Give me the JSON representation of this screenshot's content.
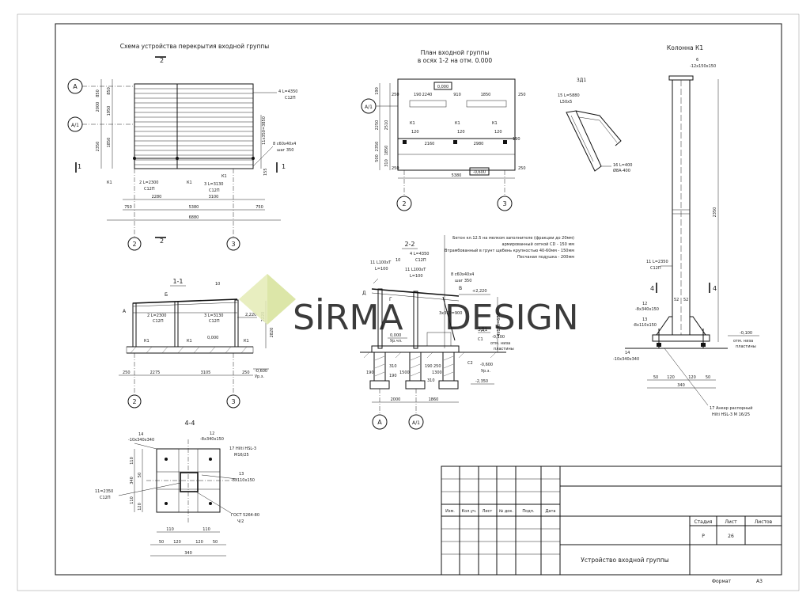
{
  "titles": {
    "scheme": "Схема устройства перекрытия входной группы",
    "plan_line1": "План входной группы",
    "plan_line2": "в осях 1-2 на отм. 0.000",
    "column": "Колонна К1",
    "sec11": "1-1",
    "sec22": "2-2",
    "sec44": "4-4",
    "det": "3Д1"
  },
  "axes": {
    "A": "А",
    "A1": "А/1",
    "ax2": "2",
    "ax3": "3"
  },
  "scheme": {
    "beam4": "4 L=4350",
    "beam4s": "С12П",
    "sheet8": "8 с60х40х4",
    "sheet8b": "шаг 350",
    "h_label": "11х350=3850",
    "b2": "2 L=2300",
    "b2s": "С12П",
    "b3": "3 L=3130",
    "b3s": "С12П",
    "k1": "К1",
    "d2280": "2280",
    "d3100": "3100",
    "d5380": "5380",
    "d6880": "6880",
    "d750": "750",
    "v850a": "850",
    "v2000": "2000",
    "v1950": "1950",
    "v850b": "850",
    "v2350": "2350",
    "v1850": "1850",
    "v155": "155",
    "cut1": "1",
    "cut2": "2"
  },
  "plan": {
    "z0000": "0,000",
    "z0600": "-0,600",
    "d2240": "2240",
    "d910": "910",
    "d1850": "1850",
    "d190": "190",
    "d250": "250",
    "d2160": "2160",
    "d2980": "2980",
    "d120": "120",
    "d5380": "5380",
    "v2250": "2250",
    "v2510": "2510",
    "v2350": "2350",
    "v500": "500",
    "v1850": "1850",
    "v310": "310",
    "v190": "190",
    "k1": "К1"
  },
  "det": {
    "l1": "15 L=5880",
    "l2": "L50х5",
    "l3": "16 L=400",
    "l4": "Ø8А-400"
  },
  "column": {
    "n6": "6",
    "p6": "-12х150х150",
    "h2350": "2350",
    "n11": "11 L=2350",
    "n11s": "С12П",
    "n12": "12",
    "p12": "-8х340х150",
    "n13": "13",
    "p13": "-8х110х150",
    "n14": "14",
    "p14": "-10х340х340",
    "z0100": "-0,100",
    "z0100b": "отм. низа",
    "z0100c": "пластины",
    "d50a": "50",
    "d120a": "120",
    "d120b": "120",
    "d50b": "50",
    "d340": "340",
    "cut4": "4",
    "anchor1": "17 Анкер распорный",
    "anchor2": "Hilti HSL-3 М 16/25",
    "v52a": "52",
    "v52b": "52"
  },
  "sec11": {
    "b": "Б",
    "a": "А",
    "n10": "10",
    "b2": "2 L=2300",
    "b2s": "С12П",
    "b3": "3 L=3130",
    "b3s": "С12П",
    "k1": "К1",
    "z2220": "2,220",
    "z0000": "0,000",
    "z0600": "-0,600",
    "zg": "Ур.з.",
    "d250": "250",
    "d2275": "2275",
    "d3105": "3105",
    "v2820": "2820",
    "v2220": "2220"
  },
  "sec22": {
    "layer1": "Бетон кл.12.5 на мелком заполнителе (фракции до 20мм)",
    "layer2": "армированный сеткой CD - 150 мм",
    "layer3": "Втрамбованный в грунт щебень крупностью 40-60мм - 150мм",
    "layer4": "Песчаная подушка - 200мм",
    "n4": "4 L=4350",
    "n4s": "С12П",
    "n11a": "11 L100хТ",
    "n11b": "L=100",
    "n10": "10",
    "n8": "8 с60х40х4",
    "n8s": "шаг 350",
    "d": "Д",
    "g": "Г",
    "v": "В",
    "z2220": "+2,220",
    "z0000": "0,000",
    "zchp": "Ур.чл.",
    "z0100": "-0,100",
    "z0100b": "отм. низа",
    "z0100c": "пластины",
    "z0600": "-0,600",
    "zg": "Ур.з.",
    "z2350": "-2,350",
    "c1": "С1",
    "c2": "С2",
    "d3": "3Д1",
    "dims": "3х300=900",
    "d2000": "2000",
    "d1860": "1860",
    "d1500": "1500",
    "d1300": "1300",
    "d310": "310",
    "d190": "190",
    "d250": "250",
    "v1290": "4х170=680"
  },
  "sec44": {
    "n14": "14",
    "p14": "-10х340х340",
    "n12": "12",
    "p12": "-8х340х150",
    "n17": "17 Hilti HSL-3",
    "n17s": "М16/25",
    "n13": "13",
    "p13": "-8х110х150",
    "n11": "11=2350",
    "n11s": "С12П",
    "gost": "ГОСТ 5264-80",
    "gosts": "Ч/2",
    "d110a": "110",
    "d110b": "110",
    "d50a": "50",
    "d120a": "120",
    "d120b": "120",
    "d50b": "50",
    "d340": "340",
    "v110": "110",
    "v50": "50",
    "v120": "120",
    "v340": "340"
  },
  "stamp": {
    "h1": "Изм.",
    "h2": "Кол.уч.",
    "h3": "Лист",
    "h4": "№ док.",
    "h5": "Подп.",
    "h6": "Дата",
    "stage": "Стадия",
    "sheet": "Лист",
    "sheets": "Листов",
    "stage_v": "Р",
    "sheet_v": "26",
    "sheets_v": "",
    "title": "Устройство входной группы",
    "format_label": "Формат",
    "format_value": "А3"
  },
  "watermark": {
    "part1": "SİRMA",
    "part2": "DESIGN",
    "green": "#c7d87a",
    "gray": "#b7b7b7"
  }
}
